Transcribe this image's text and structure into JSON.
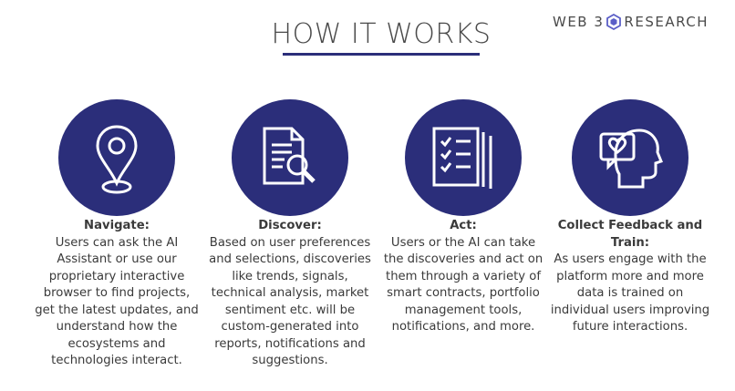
{
  "title": "HOW IT WORKS",
  "logo": {
    "part1": "WEB 3",
    "part2": "RESEARCH",
    "icon": "hexagon-logo-icon"
  },
  "colors": {
    "accent": "#2b2e7a",
    "text": "#3a3a3a"
  },
  "steps": [
    {
      "icon": "location-pin-icon",
      "heading": "Navigate:",
      "body": "Users can ask the AI Assistant or use our proprietary interactive browser to find projects, get the latest updates, and understand how the ecosystems and technologies interact."
    },
    {
      "icon": "document-search-icon",
      "heading": "Discover:",
      "body": "Based on user preferences and selections, discoveries like trends, signals, technical analysis, market sentiment etc. will be custom-generated into reports, notifications and suggestions."
    },
    {
      "icon": "checklist-icon",
      "heading": "Act:",
      "body": "Users or the AI can take the discoveries and act on them through a variety of smart contracts, portfolio management tools, notifications, and more."
    },
    {
      "icon": "head-heart-icon",
      "heading": "Collect Feedback and Train:",
      "body": "As users engage with the platform more and more data is trained on individual users improving future interactions."
    }
  ]
}
